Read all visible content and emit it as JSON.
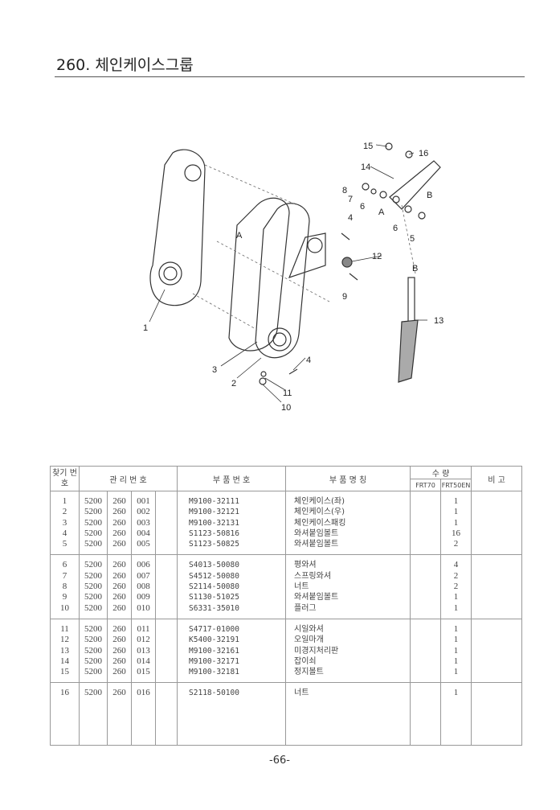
{
  "title": "260. 체인케이스그룹",
  "diagram": {
    "callouts": [
      "1",
      "2",
      "3",
      "4",
      "4",
      "5",
      "6",
      "6",
      "7",
      "8",
      "9",
      "10",
      "11",
      "12",
      "13",
      "14",
      "15",
      "16",
      "A",
      "A",
      "B",
      "B"
    ]
  },
  "table": {
    "headers": {
      "find_no": "찾기 번호",
      "control_no": "관 리 번 호",
      "part_no": "부 품 번 호",
      "part_name": "부 품 명 칭",
      "qty": "수 량",
      "qty_model_1": "FRT70",
      "qty_model_2": "FRT50EN",
      "remarks": "비 고"
    },
    "groups": [
      {
        "rows": [
          {
            "no": "1",
            "c1": "5200",
            "c2": "260",
            "c3": "001",
            "part": "M9100-32111",
            "name": "체인케이스(좌)",
            "q1": "",
            "q2": "1"
          },
          {
            "no": "2",
            "c1": "5200",
            "c2": "260",
            "c3": "002",
            "part": "M9100-32121",
            "name": "체인케이스(우)",
            "q1": "",
            "q2": "1"
          },
          {
            "no": "3",
            "c1": "5200",
            "c2": "260",
            "c3": "003",
            "part": "M9100-32131",
            "name": "체인케이스패킹",
            "q1": "",
            "q2": "1"
          },
          {
            "no": "4",
            "c1": "5200",
            "c2": "260",
            "c3": "004",
            "part": "S1123-50816",
            "name": "와셔붙임볼트",
            "q1": "",
            "q2": "16"
          },
          {
            "no": "5",
            "c1": "5200",
            "c2": "260",
            "c3": "005",
            "part": "S1123-50825",
            "name": "와셔붙임볼트",
            "q1": "",
            "q2": "2"
          }
        ]
      },
      {
        "rows": [
          {
            "no": "6",
            "c1": "5200",
            "c2": "260",
            "c3": "006",
            "part": "S4013-50080",
            "name": "평와셔",
            "q1": "",
            "q2": "4"
          },
          {
            "no": "7",
            "c1": "5200",
            "c2": "260",
            "c3": "007",
            "part": "S4512-50080",
            "name": "스프링와셔",
            "q1": "",
            "q2": "2"
          },
          {
            "no": "8",
            "c1": "5200",
            "c2": "260",
            "c3": "008",
            "part": "S2114-50080",
            "name": "너트",
            "q1": "",
            "q2": "2"
          },
          {
            "no": "9",
            "c1": "5200",
            "c2": "260",
            "c3": "009",
            "part": "S1130-51025",
            "name": "와셔붙임볼트",
            "q1": "",
            "q2": "1"
          },
          {
            "no": "10",
            "c1": "5200",
            "c2": "260",
            "c3": "010",
            "part": "S6331-35010",
            "name": "플러그",
            "q1": "",
            "q2": "1"
          }
        ]
      },
      {
        "rows": [
          {
            "no": "11",
            "c1": "5200",
            "c2": "260",
            "c3": "011",
            "part": "S4717-01000",
            "name": "시일와셔",
            "q1": "",
            "q2": "1"
          },
          {
            "no": "12",
            "c1": "5200",
            "c2": "260",
            "c3": "012",
            "part": "K5400-32191",
            "name": "오일마개",
            "q1": "",
            "q2": "1"
          },
          {
            "no": "13",
            "c1": "5200",
            "c2": "260",
            "c3": "013",
            "part": "M9100-32161",
            "name": "미경지처리판",
            "q1": "",
            "q2": "1"
          },
          {
            "no": "14",
            "c1": "5200",
            "c2": "260",
            "c3": "014",
            "part": "M9100-32171",
            "name": "잡이쇠",
            "q1": "",
            "q2": "1"
          },
          {
            "no": "15",
            "c1": "5200",
            "c2": "260",
            "c3": "015",
            "part": "M9100-32181",
            "name": "정지볼트",
            "q1": "",
            "q2": "1"
          }
        ]
      },
      {
        "rows": [
          {
            "no": "16",
            "c1": "5200",
            "c2": "260",
            "c3": "016",
            "part": "S2118-50100",
            "name": "너트",
            "q1": "",
            "q2": "1"
          }
        ]
      }
    ]
  },
  "page_number": "-66-"
}
